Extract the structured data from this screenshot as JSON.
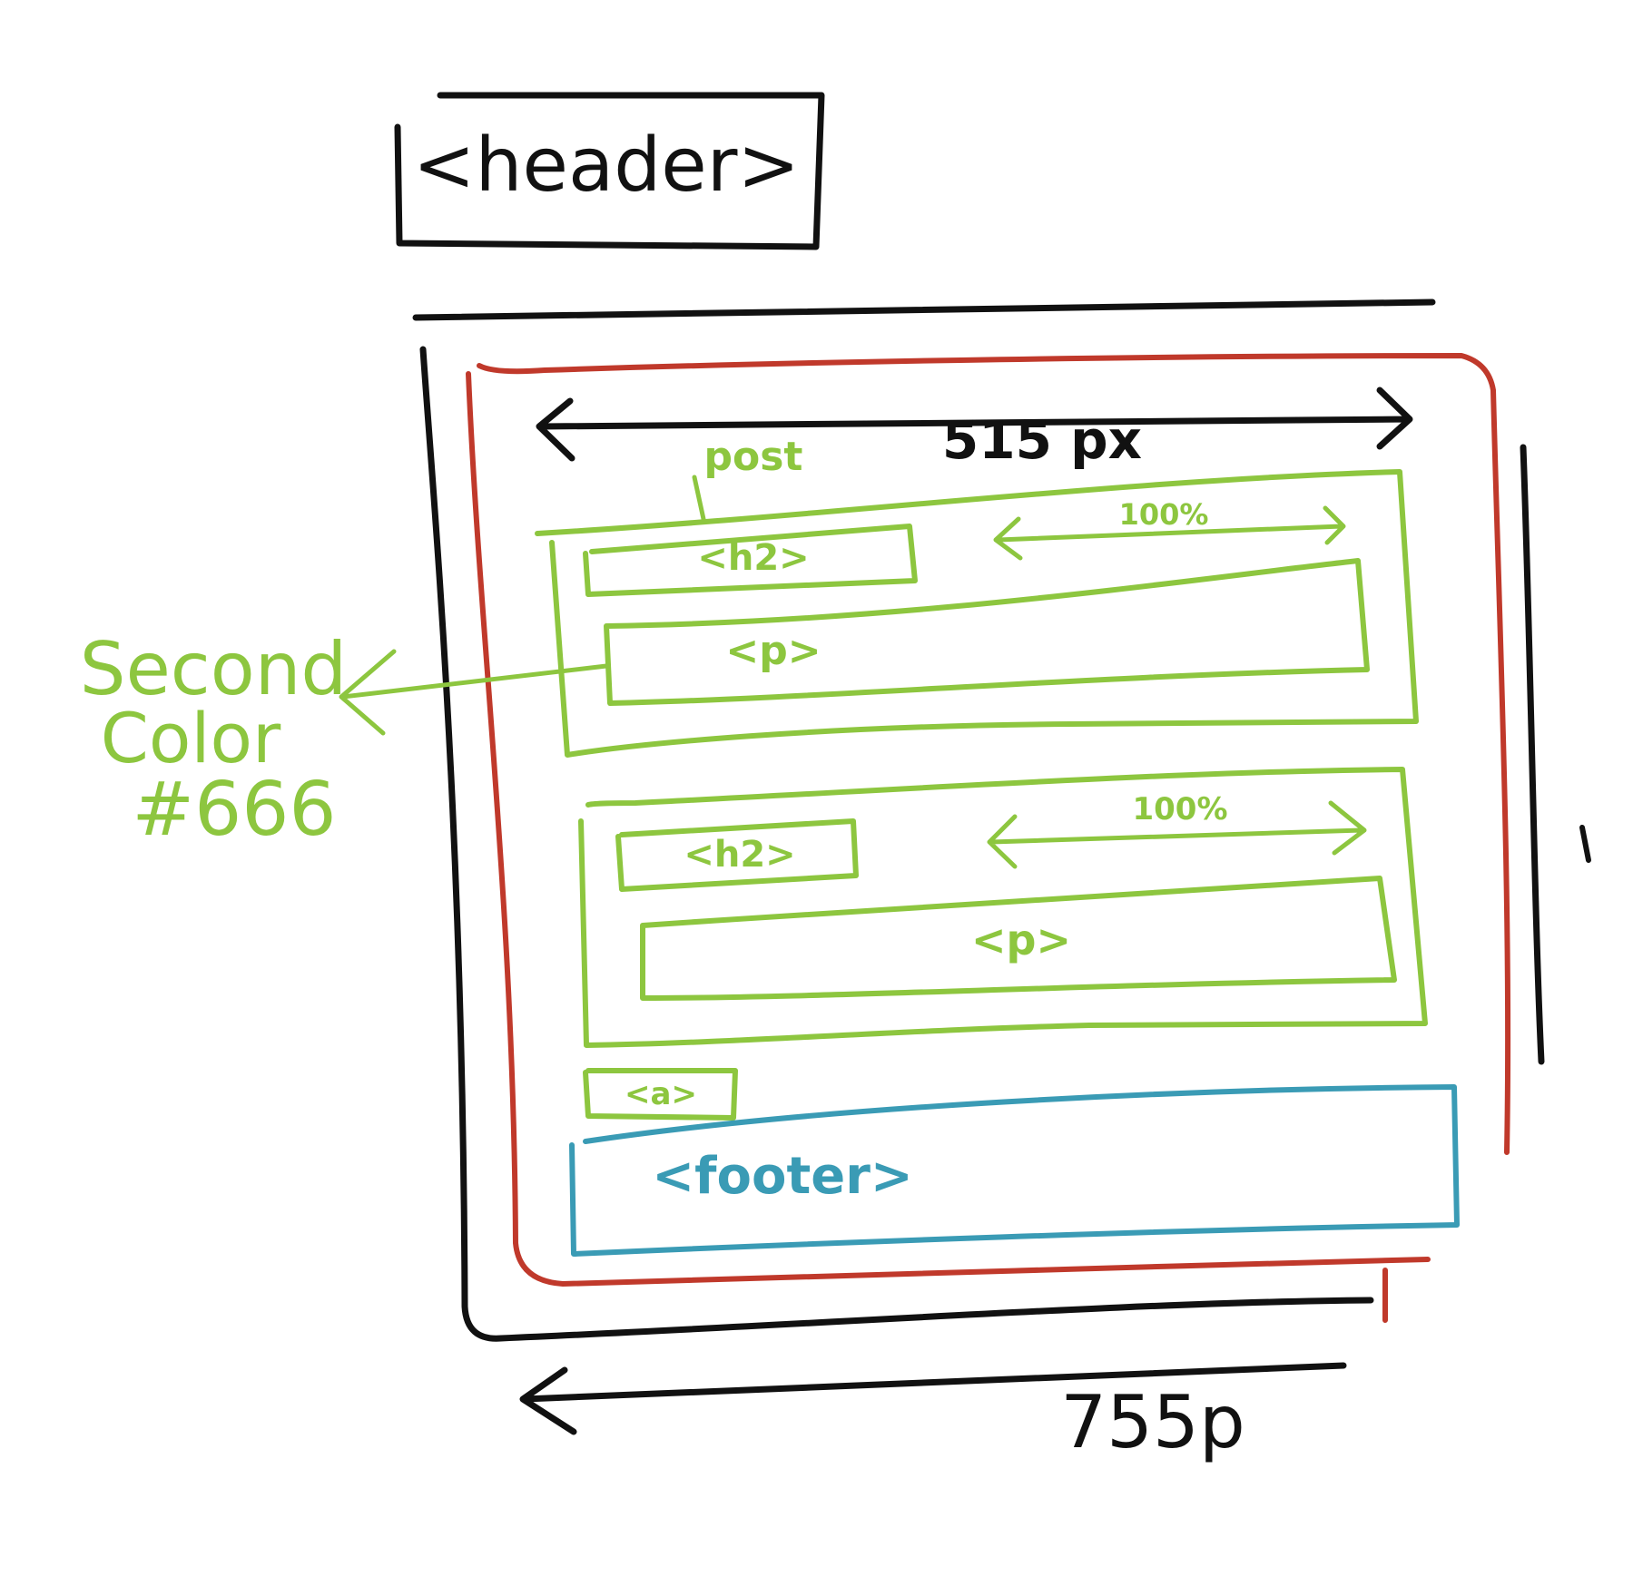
{
  "colors": {
    "ink": "#111111",
    "container": "#c0392b",
    "post": "#8dc63f",
    "footer": "#3a9bb5",
    "background": "#ffffff"
  },
  "labels": {
    "header": "<header>",
    "post_label": "post",
    "h2_first": "<h2>",
    "p_first": "<p>",
    "h2_second": "<h2>",
    "p_second": "<p>",
    "a_tag": "<a>",
    "footer": "<footer>",
    "width_515": "515 px",
    "width_755": "755p",
    "percent_first": "100%",
    "percent_second": "100%",
    "second_color_line1": "Second",
    "second_color_line2": "Color",
    "second_color_line3": "#666"
  }
}
